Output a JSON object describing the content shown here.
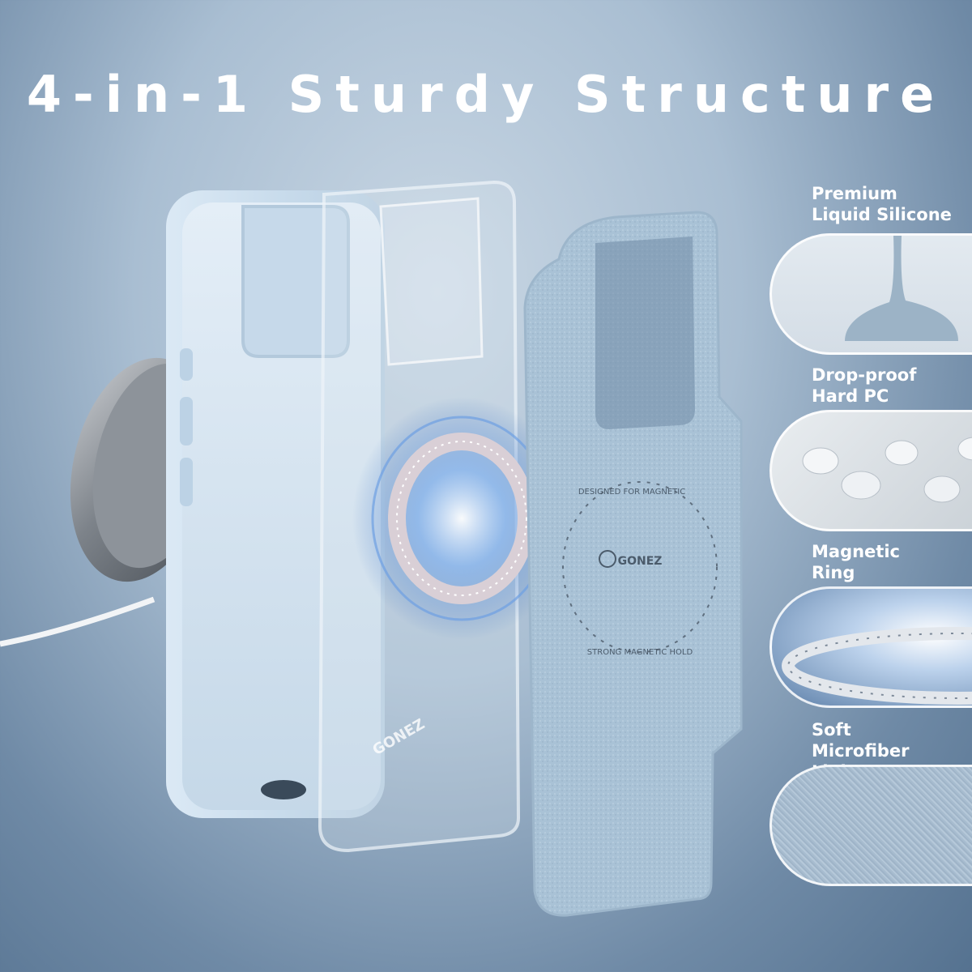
{
  "title": "4-in-1 Sturdy Structure",
  "features": [
    {
      "line1": "Premium",
      "line2": "Liquid Silicone",
      "icon": "liquid-silicone-swatch"
    },
    {
      "line1": "Drop-proof",
      "line2": "Hard PC",
      "icon": "hard-pc-swatch"
    },
    {
      "line1": "Magnetic",
      "line2": "Ring",
      "icon": "magnetic-ring-swatch"
    },
    {
      "line1": "Soft",
      "line2": "Microfiber Lining",
      "icon": "microfiber-swatch"
    }
  ],
  "lining_ring_top_text": "DESIGNED FOR MAGNETIC",
  "lining_ring_bottom_text": "STRONG MAGNETIC HOLD",
  "brand": "GONEZ",
  "colors": {
    "case_blue": "#c7dced",
    "lining_blue": "#a9c4d9",
    "accent_glow": "#5b8fd6"
  }
}
